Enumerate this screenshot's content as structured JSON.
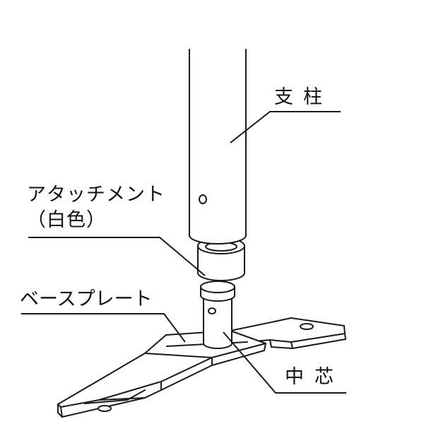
{
  "labels": {
    "post": "支柱",
    "attachment_line1": "アタッチメント",
    "attachment_line2": "（白色）",
    "base_plate": "ベースプレート",
    "core": "中芯"
  },
  "colors": {
    "line": "#1a1a1a",
    "background": "#ffffff"
  }
}
